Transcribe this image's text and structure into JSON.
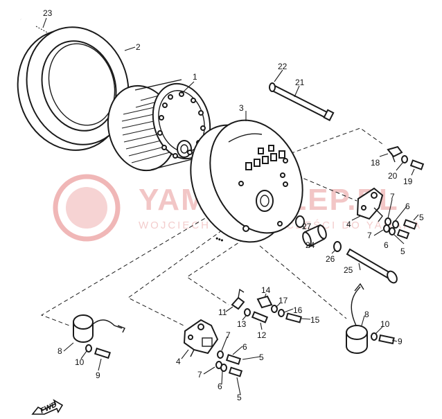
{
  "watermark": {
    "brand": "YAMA-SKLEP.PL",
    "subtitle": "WOJCIECH HOWICE - CZĘŚCI DO YAMAHA"
  },
  "direction_label": "FWD",
  "callouts": [
    "1",
    "2",
    "3",
    "4",
    "5",
    "6",
    "7",
    "8",
    "9",
    "10",
    "11",
    "12",
    "13",
    "14",
    "15",
    "16",
    "17",
    "18",
    "19",
    "20",
    "21",
    "22",
    "23",
    "24",
    "25",
    "26",
    "27"
  ],
  "labels": [
    {
      "id": "23",
      "text": "23"
    },
    {
      "id": "2",
      "text": "2"
    },
    {
      "id": "1",
      "text": "1"
    },
    {
      "id": "3",
      "text": "3"
    },
    {
      "id": "22",
      "text": "22"
    },
    {
      "id": "21",
      "text": "21"
    },
    {
      "id": "18",
      "text": "18"
    },
    {
      "id": "20",
      "text": "20"
    },
    {
      "id": "19",
      "text": "19"
    },
    {
      "id": "4a",
      "text": "4"
    },
    {
      "id": "7a",
      "text": "7"
    },
    {
      "id": "6a",
      "text": "6"
    },
    {
      "id": "5a",
      "text": "5"
    },
    {
      "id": "7b",
      "text": "7"
    },
    {
      "id": "6b",
      "text": "6"
    },
    {
      "id": "5b",
      "text": "5"
    },
    {
      "id": "27",
      "text": "27"
    },
    {
      "id": "24",
      "text": "24"
    },
    {
      "id": "26",
      "text": "26"
    },
    {
      "id": "25",
      "text": "25"
    },
    {
      "id": "14",
      "text": "14"
    },
    {
      "id": "17",
      "text": "17"
    },
    {
      "id": "16",
      "text": "16"
    },
    {
      "id": "15",
      "text": "15"
    },
    {
      "id": "11",
      "text": "11"
    },
    {
      "id": "13",
      "text": "13"
    },
    {
      "id": "12",
      "text": "12"
    },
    {
      "id": "8a",
      "text": "8"
    },
    {
      "id": "10a",
      "text": "10"
    },
    {
      "id": "9a",
      "text": "9"
    },
    {
      "id": "8b",
      "text": "8"
    },
    {
      "id": "10b",
      "text": "10"
    },
    {
      "id": "9b",
      "text": "9"
    },
    {
      "id": "4b",
      "text": "4"
    },
    {
      "id": "7c",
      "text": "7"
    },
    {
      "id": "6c",
      "text": "6"
    },
    {
      "id": "5c",
      "text": "5"
    },
    {
      "id": "7d",
      "text": "7"
    },
    {
      "id": "6d",
      "text": "6"
    },
    {
      "id": "5d",
      "text": "5"
    }
  ],
  "colors": {
    "ink": "#1a1a1a",
    "watermark": "#e8a0a0"
  }
}
